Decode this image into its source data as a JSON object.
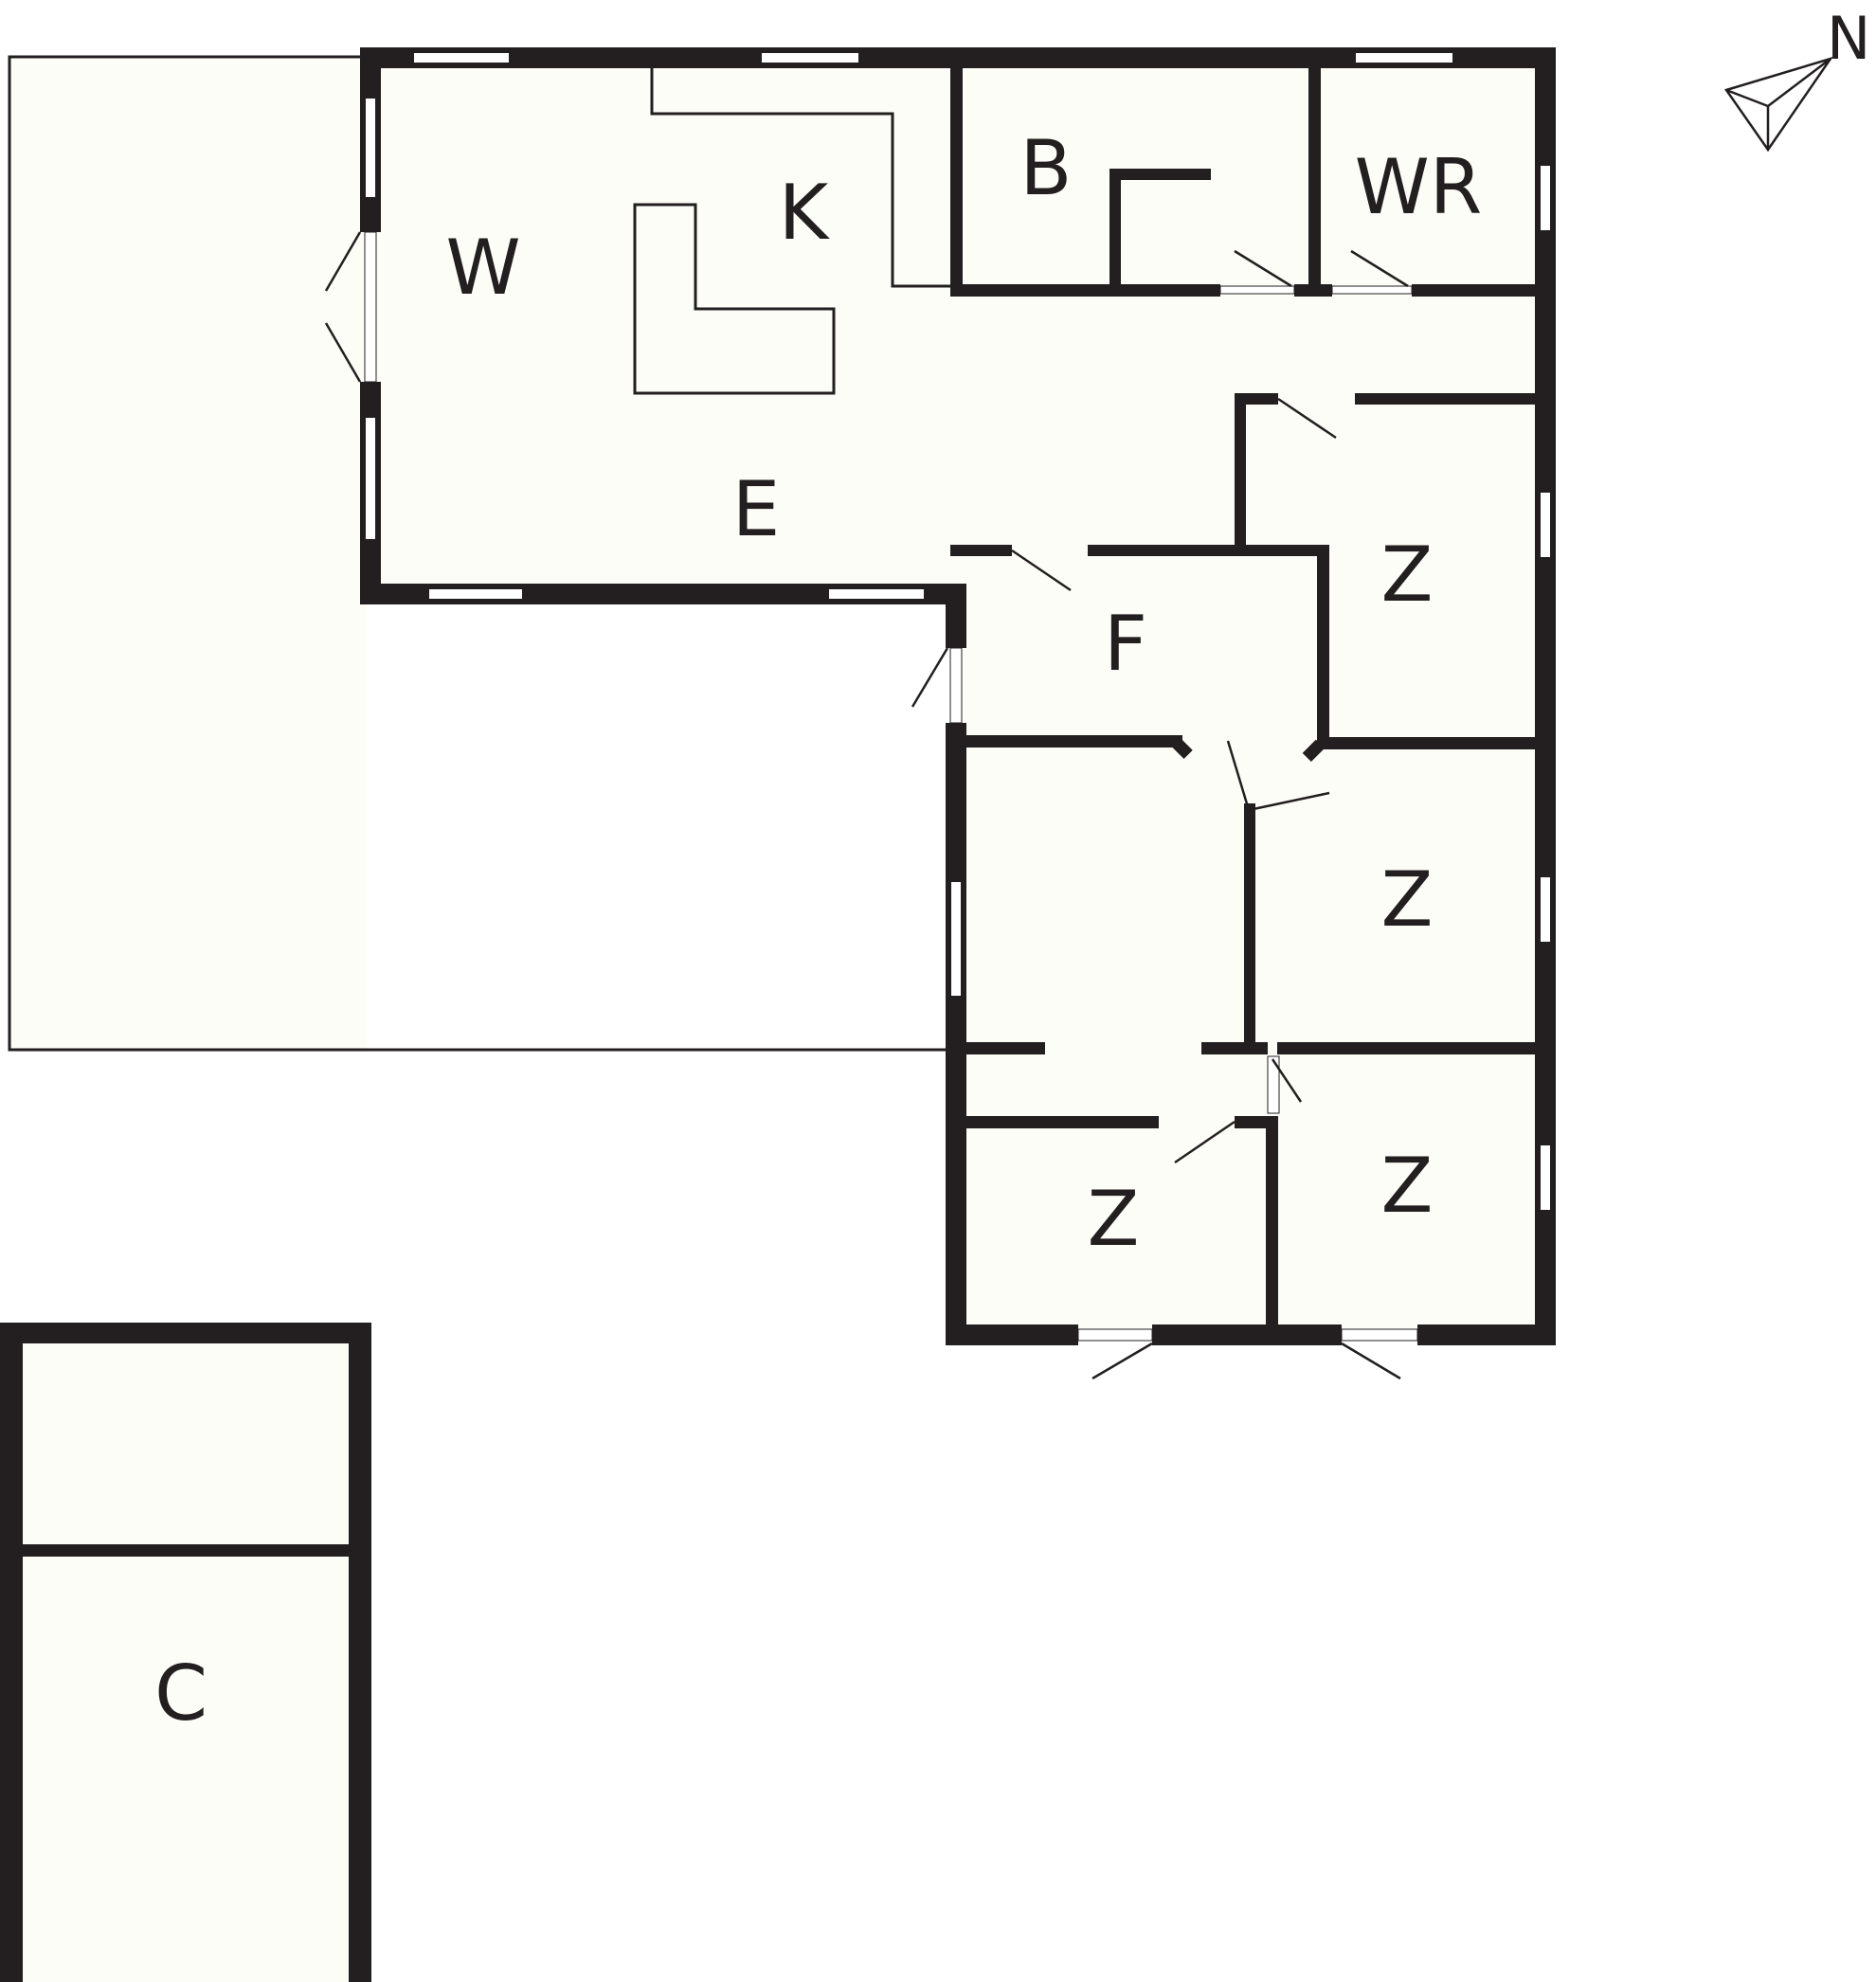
{
  "rooms": {
    "w": "W",
    "k": "K",
    "e": "E",
    "b": "B",
    "wr": "WR",
    "f": "F",
    "z1": "Z",
    "z2": "Z",
    "z3": "Z",
    "z4": "Z",
    "c": "C"
  },
  "compass": {
    "label": "N",
    "icon": "north-arrow-icon"
  },
  "colors": {
    "wall": "#231f20",
    "floor": "#fdfdf8",
    "background": "#ffffff"
  }
}
